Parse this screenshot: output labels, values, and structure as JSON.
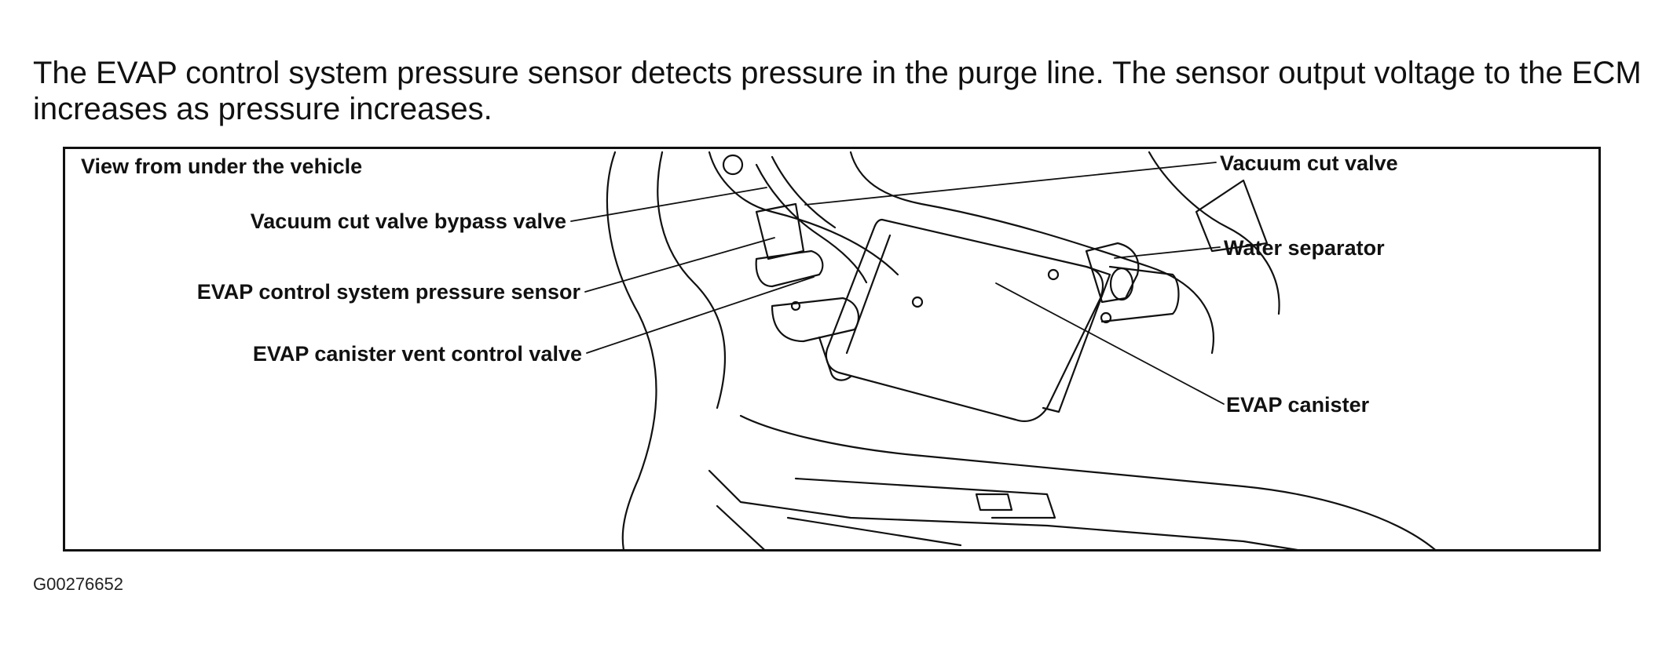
{
  "description": "The EVAP control system pressure sensor detects pressure in the purge line. The sensor output voltage to the ECM increases as pressure increases.",
  "figure": {
    "view_label": "View from under the vehicle",
    "callouts": {
      "vacuum_cut_valve": "Vacuum cut valve",
      "vacuum_cut_valve_bypass_valve": "Vacuum cut valve bypass valve",
      "evap_pressure_sensor": "EVAP control system pressure sensor",
      "evap_canister_vent_control_valve": "EVAP canister vent control valve",
      "water_separator": "Water separator",
      "evap_canister": "EVAP canister"
    },
    "figure_id": "G00276652"
  }
}
